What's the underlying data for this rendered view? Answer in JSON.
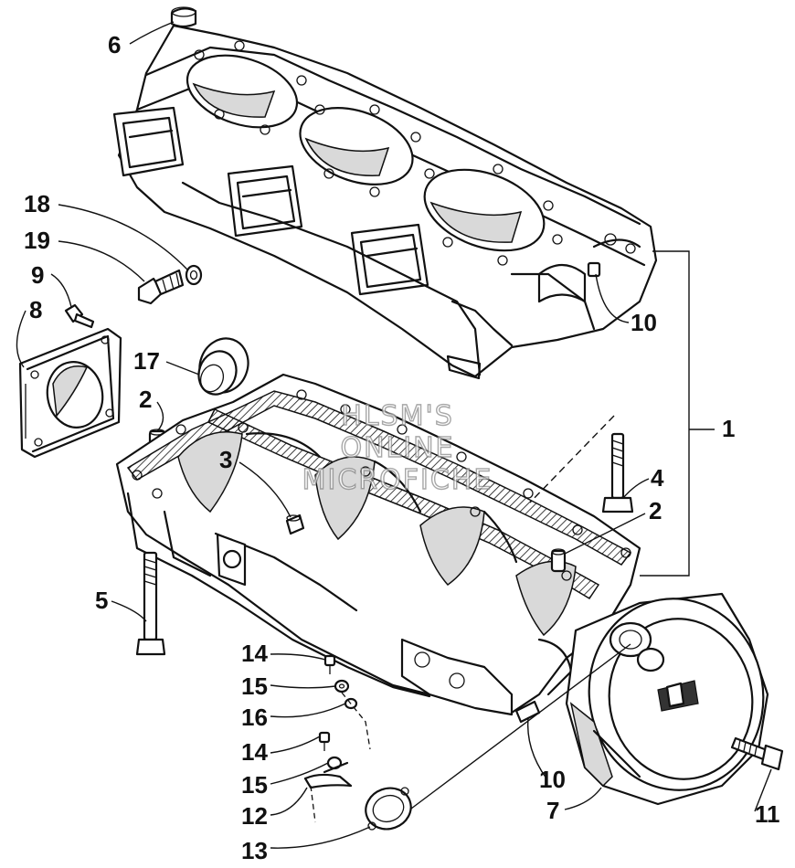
{
  "callouts": {
    "c1": "1",
    "c2a": "2",
    "c2b": "2",
    "c3": "3",
    "c4": "4",
    "c5": "5",
    "c6": "6",
    "c7": "7",
    "c8": "8",
    "c9": "9",
    "c10a": "10",
    "c10b": "10",
    "c11": "11",
    "c12": "12",
    "c13": "13",
    "c14a": "14",
    "c14b": "14",
    "c15a": "15",
    "c15b": "15",
    "c16": "16",
    "c17": "17",
    "c18": "18",
    "c19": "19"
  },
  "watermark": {
    "line1": "HLSM'S",
    "line2": "ONLINE",
    "line3": "MICROFICHE"
  }
}
